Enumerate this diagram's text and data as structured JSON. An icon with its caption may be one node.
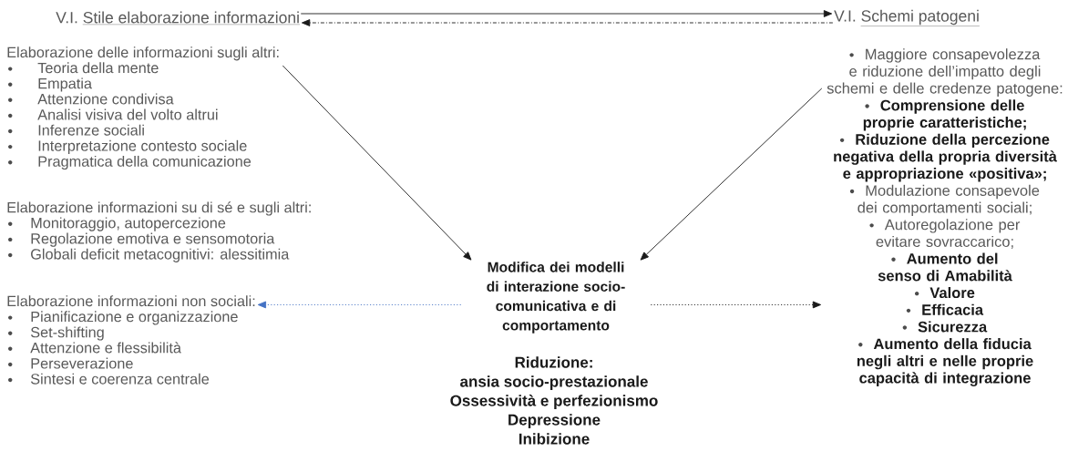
{
  "diagram": {
    "nodes": [
      {
        "text": [
          "V.I.",
          "Stile elaborazione informazioni"
        ]
      },
      {
        "text": [
          "V.I.",
          "Schemi patogeni"
        ]
      },
      {
        "text": [
          "Elaborazione delle informazioni sugli altri:",
          "Teoria della mente",
          "Empatia",
          "Attenzione condivisa",
          "Analisi visiva del volto altrui",
          "Inferenze sociali",
          "Interpretazione contesto sociale",
          "Pragmatica della comunicazione"
        ]
      },
      {
        "text": [
          "Elaborazione informazioni su di sé e sugli altri:",
          "Monitoraggio, autopercezione",
          "Regolazione emotiva e sensomotoria",
          "Globali deficit metacognitivi: alessitimia"
        ]
      },
      {
        "text": [
          "Elaborazione informazioni non sociali:",
          "Pianificazione e organizzazione",
          "Set-shifting",
          "Attenzione e flessibilità",
          "Perseverazione",
          "Sintesi e coerenza centrale"
        ]
      },
      {
        "text": [
          "Maggiore consapevolezza e riduzione dell’impatto degli schemi e delle credenze patogene:",
          "Comprensione delle proprie caratteristiche;",
          "Riduzione della percezione negativa della propria diversità e appropriazione «positiva»;",
          "Modulazione consapevole dei comportamenti sociali;",
          "Autoregolazione per evitare sovraccarico;",
          "Aumento del senso di Amabilità",
          "Valore",
          "Efficacia",
          "Sicurezza",
          "Aumento della fiducia negli altri e nelle proprie capacità di integrazione"
        ]
      },
      {
        "text": [
          "Modifica dei modelli di interazione socio-comunicativa e di comportamento"
        ]
      },
      {
        "text": [
          "Riduzione:",
          "ansia socio-prestazionale",
          "Ossessività e perfezionismo",
          "Depressione",
          "Inibizione"
        ]
      }
    ],
    "edges": [
      {
        "from": 0,
        "to": 1,
        "arrow": "to"
      },
      {
        "from": 1,
        "to": 0,
        "arrow": "to",
        "style": "dashed"
      },
      {
        "from": 2,
        "to": 6,
        "arrow": "to"
      },
      {
        "from": 5,
        "to": 6,
        "arrow": "to"
      },
      {
        "from": 6,
        "to": 4,
        "arrow": "to",
        "style": "dashed",
        "color": "#4472c4"
      },
      {
        "from": 6,
        "to": 5,
        "arrow": "to",
        "style": "dashed"
      }
    ]
  }
}
